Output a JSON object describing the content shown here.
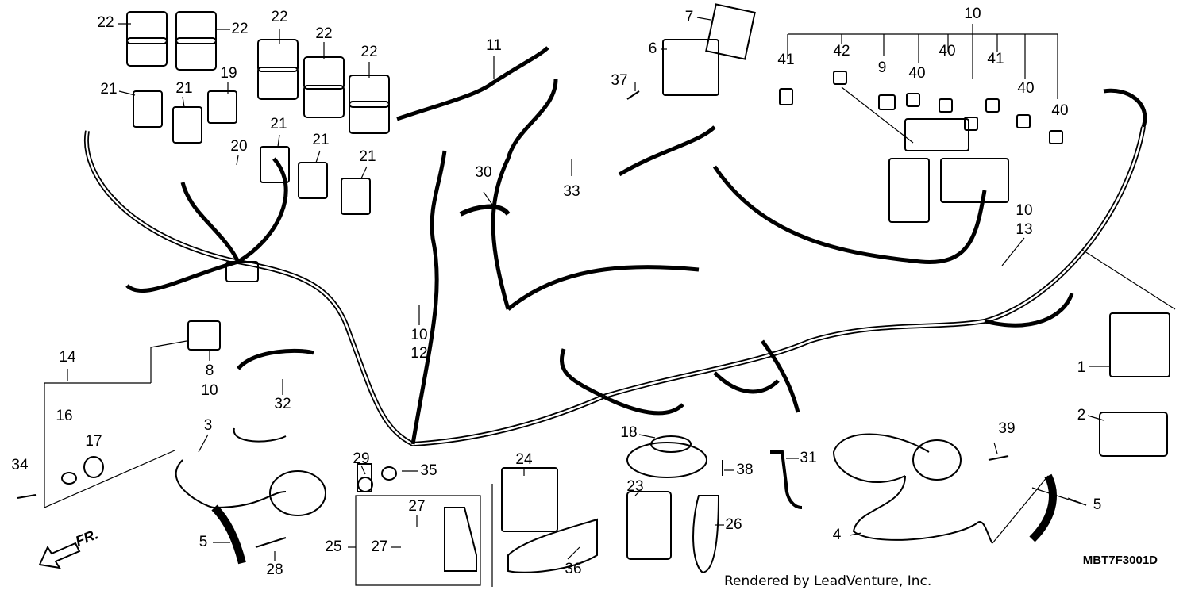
{
  "callouts": {
    "c22a": "22",
    "c22b": "22",
    "c22c": "22",
    "c22d": "22",
    "c22e": "22",
    "c21a": "21",
    "c21b": "21",
    "c21c": "21",
    "c21d": "21",
    "c21e": "21",
    "c19": "19",
    "c20": "20",
    "c11": "11",
    "c7": "7",
    "c6": "6",
    "c37": "37",
    "c30": "30",
    "c33": "33",
    "c10top": "10",
    "c41a": "41",
    "c42": "42",
    "c9": "9",
    "c40a": "40",
    "c40b": "40",
    "c41b": "41",
    "c40c": "40",
    "c40d": "40",
    "c10r": "10",
    "c13": "13",
    "c1": "1",
    "c2": "2",
    "c8": "8",
    "c10b": "10",
    "c10c": "10",
    "c12": "12",
    "c32": "32",
    "c14": "14",
    "c16": "16",
    "c17": "17",
    "c34": "34",
    "c3": "3",
    "c5a": "5",
    "c28": "28",
    "c29": "29",
    "c35": "35",
    "c25": "25",
    "c27a": "27",
    "c27b": "27",
    "c36": "36",
    "c24": "24",
    "c23": "23",
    "c26": "26",
    "c18": "18",
    "c38": "38",
    "c31": "31",
    "c39": "39",
    "c4": "4",
    "c5b": "5"
  },
  "footer": {
    "credit": "Rendered by LeadVenture, Inc.",
    "diagram_code": "MBT7F3001D",
    "direction": "FR."
  }
}
